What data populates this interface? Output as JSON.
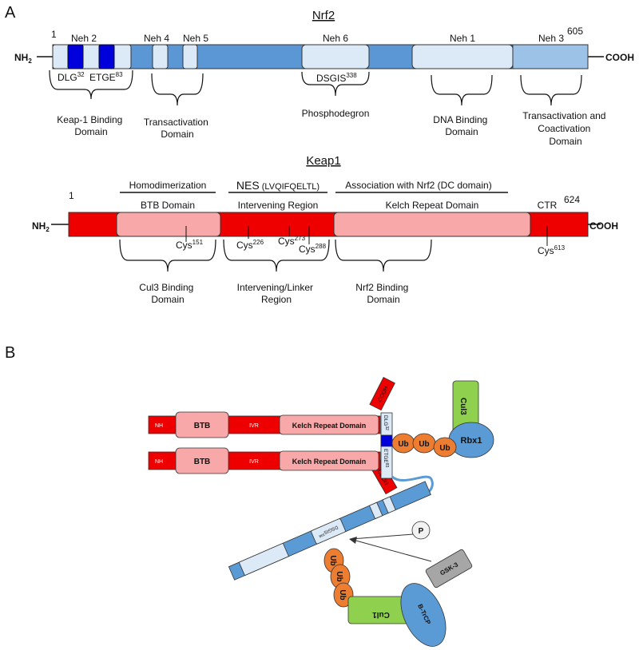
{
  "panel_a": {
    "label": "A",
    "nrf2": {
      "title": "Nrf2",
      "start": "1",
      "end": "605",
      "nterm": "NH",
      "nterm_sub": "2",
      "cterm": "COOH",
      "domains": [
        "Neh 2",
        "Neh 4",
        "Neh 5",
        "Neh 6",
        "Neh 1",
        "Neh 3"
      ],
      "motifs": {
        "dlg": "DLG",
        "dlg_sup": "32",
        "etge": "ETGE",
        "etge_sup": "83",
        "dsgis": "DSGIS",
        "dsgis_sup": "338"
      },
      "regions": {
        "keap1_binding": [
          "Keap-1 Binding",
          "Domain"
        ],
        "transactivation": [
          "Transactivation",
          "Domain"
        ],
        "phosphodegron": [
          "Phosphodegron"
        ],
        "dna_binding": [
          "DNA Binding",
          "Domain"
        ],
        "transact_coact": [
          "Transactivation and",
          "Coactivation",
          "Domain"
        ]
      },
      "colors": {
        "chain": "#5b97d5",
        "light": "#dce9f6",
        "neh3": "#9cc2e8",
        "motif": "#0000dd"
      }
    },
    "keap1": {
      "title": "Keap1",
      "start": "1",
      "end": "624",
      "nterm": "NH",
      "nterm_sub": "2",
      "cterm": "COOH",
      "headers": {
        "homodimerization": "Homodimerization",
        "nes": "NES",
        "nes_seq": "(LVQIFQELTL)",
        "association": "Association with Nrf2 (DC domain)"
      },
      "domains": [
        "BTB Domain",
        "Intervening Region",
        "Kelch Repeat Domain",
        "CTR"
      ],
      "cys": [
        {
          "label": "Cys",
          "sup": "151"
        },
        {
          "label": "Cys",
          "sup": "226"
        },
        {
          "label": "Cys",
          "sup": "273"
        },
        {
          "label": "Cys",
          "sup": "288"
        },
        {
          "label": "Cys",
          "sup": "613"
        }
      ],
      "regions": {
        "cul3_binding": [
          "Cul3 Binding",
          "Domain"
        ],
        "intervening_linker": [
          "Intervening/Linker",
          "Region"
        ],
        "nrf2_binding": [
          "Nrf2 Binding",
          "Domain"
        ]
      },
      "colors": {
        "chain": "#ee0000",
        "domain": "#f8a8a8"
      }
    }
  },
  "panel_b": {
    "label": "B",
    "keap1_upper": {
      "nh2": "NH",
      "nh2_sub": "2",
      "btb": "BTB",
      "ivr": "IVR",
      "kelch": "Kelch Repeat Domain",
      "cooh": "COOH"
    },
    "keap1_lower": {
      "nh2": "NH",
      "nh2_sub": "2",
      "btb": "BTB",
      "ivr": "IVR",
      "kelch": "Kelch Repeat Domain",
      "cooh": "COOH"
    },
    "nrf2_motifs": {
      "dlg": "DLG",
      "dlg_sup": "32",
      "etge": "ETGE",
      "etge_sup": "83",
      "dsgis": "DSGIS",
      "dsgis_sup": "338"
    },
    "ubiquitin": [
      "Ub",
      "Ub",
      "Ub"
    ],
    "ubiquitin_lower": [
      "Ub",
      "Ub",
      "Ub"
    ],
    "cul3": "Cul3",
    "rbx1": "Rbx1",
    "cul1": "Cul1",
    "btrcp": "B-TrCP",
    "phospho": "P",
    "gsk3": "GSK-3",
    "colors": {
      "green": "#8fd14f",
      "blue": "#5b9bd5",
      "orange": "#ed7d31",
      "grey": "#a6a6a6"
    }
  }
}
